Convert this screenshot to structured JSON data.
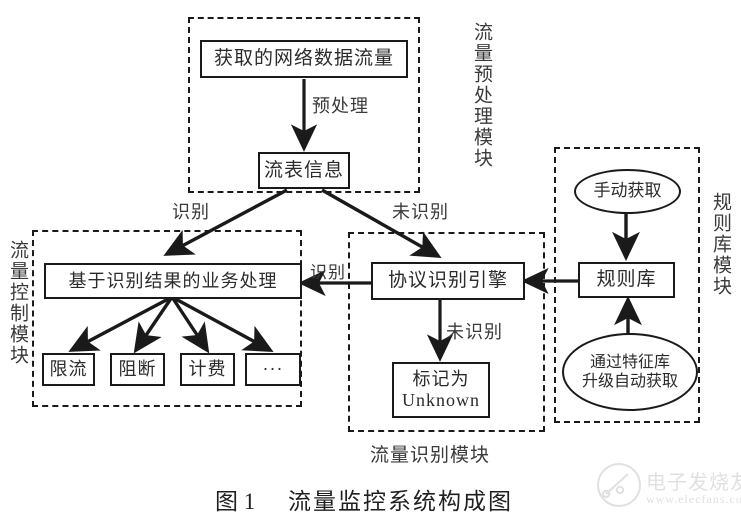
{
  "figure": {
    "caption_number": "图 1",
    "caption_title": "流量监控系统构成图"
  },
  "modules": {
    "preprocess_label": "流量预处理模块",
    "control_label": "流量控制模块",
    "identify_label": "流量识别模块",
    "rulebase_label": "规则库模块"
  },
  "nodes": {
    "captured_traffic": "获取的网络数据流量",
    "flow_table_info": "流表信息",
    "business_process": "基于识别结果的业务处理",
    "limit": "限流",
    "block": "阻断",
    "billing": "计费",
    "more": "···",
    "protocol_engine": "协议识别引擎",
    "mark_unknown_line1": "标记为",
    "mark_unknown_line2": "Unknown",
    "rule_base": "规则库",
    "manual_acquire": "手动获取",
    "auto_acquire_line1": "通过特征库",
    "auto_acquire_line2": "升级自动获取"
  },
  "edge_labels": {
    "preprocess": "预处理",
    "recognized_left": "识别",
    "unrecognized_right": "未识别",
    "recognized_mid": "识别",
    "unrecognized_down": "未识别"
  },
  "watermark": {
    "brand": "电子发烧友",
    "url": "www.elecfans.com"
  },
  "colors": {
    "stroke": "#1a1a1a",
    "text": "#2b2b2b",
    "background": "#ffffff",
    "watermark": "#9a9aa5"
  }
}
